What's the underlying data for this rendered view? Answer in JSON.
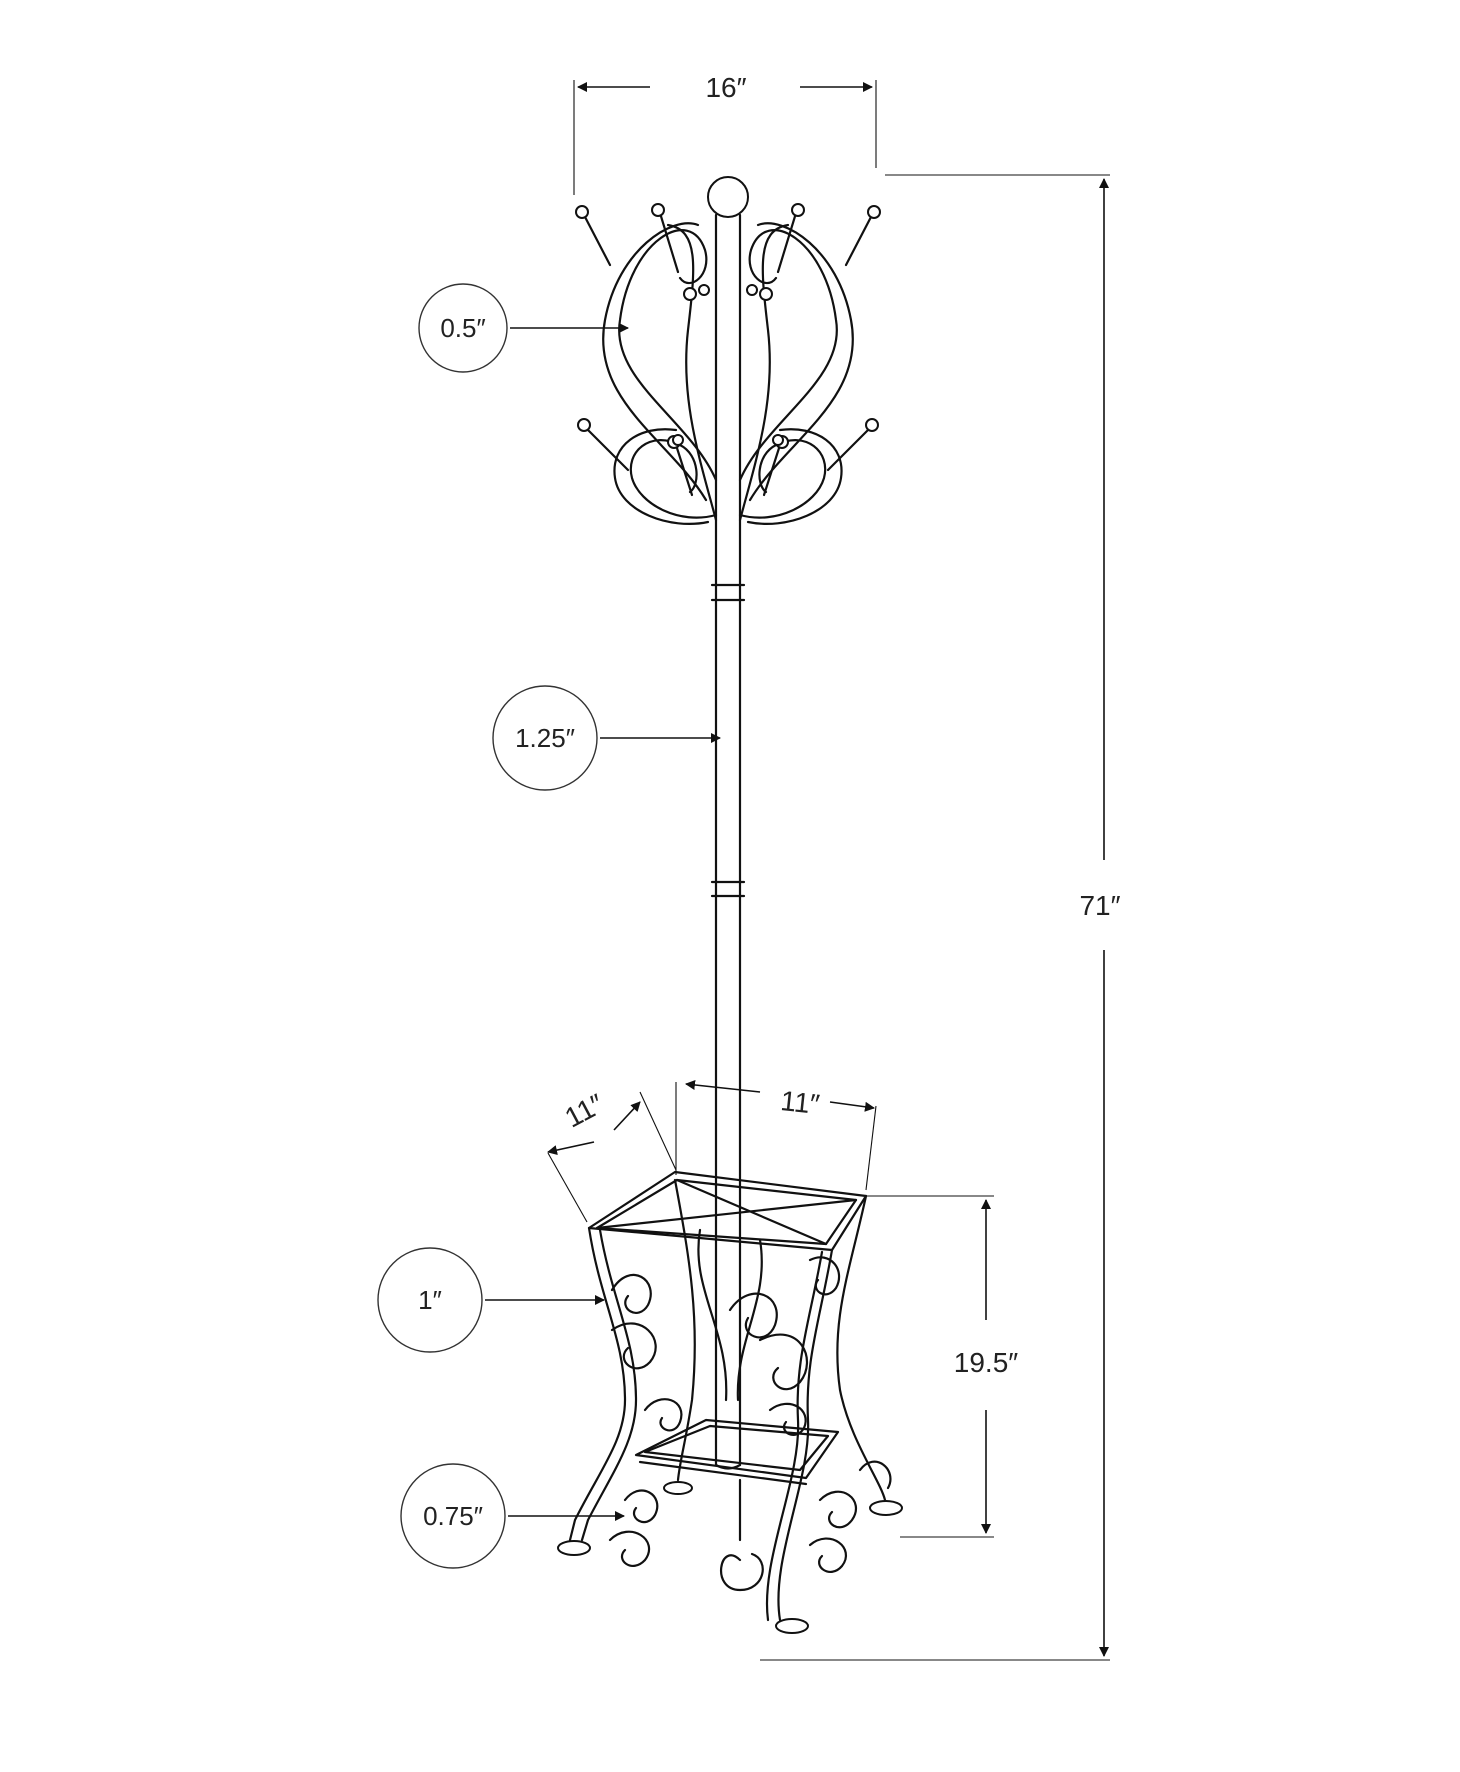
{
  "dimensions": {
    "width": "16″",
    "height": "71″",
    "base_width": "11″",
    "base_depth": "11″",
    "base_height": "19.5″"
  },
  "callouts": {
    "hook": "0.5″",
    "pole": "1.25″",
    "frame": "1″",
    "leg": "0.75″"
  }
}
